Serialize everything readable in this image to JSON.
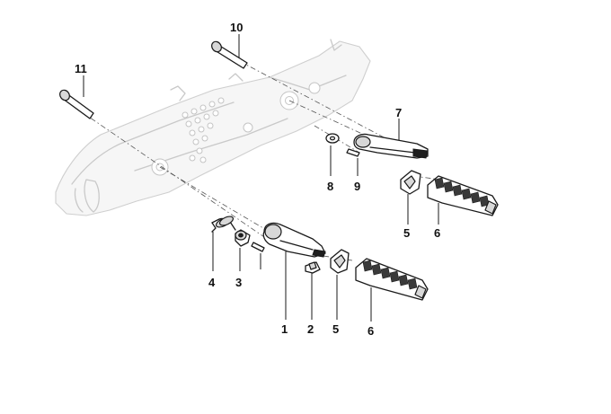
{
  "callouts": {
    "c1": "1",
    "c2": "2",
    "c3": "3",
    "c4": "4",
    "c5a": "5",
    "c5b": "5",
    "c6a": "6",
    "c6b": "6",
    "c7": "7",
    "c8": "8",
    "c9": "9",
    "c10": "10",
    "c11": "11"
  },
  "watermark": "",
  "colors": {
    "line": "#1a1a1a",
    "ghost": "#c9c9c9",
    "background": "#ffffff"
  }
}
